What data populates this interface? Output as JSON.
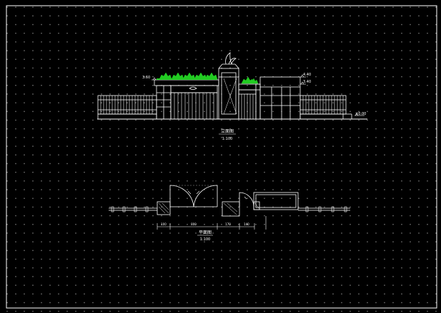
{
  "elevation": {
    "title": "立面图",
    "scale": "1:100",
    "level_left": "3.60",
    "level_right_top": "4.40",
    "level_right_mid": "3.40",
    "level_ground": "±0.00"
  },
  "plan": {
    "title": "平面图",
    "scale": "1:100",
    "dim_1": "100",
    "dim_2": "800",
    "dim_3": "170",
    "dim_4": "140"
  },
  "colors": {
    "background": "#000000",
    "line": "#ffffff",
    "greenery": "#22cc22",
    "frame": "#ffffff"
  }
}
